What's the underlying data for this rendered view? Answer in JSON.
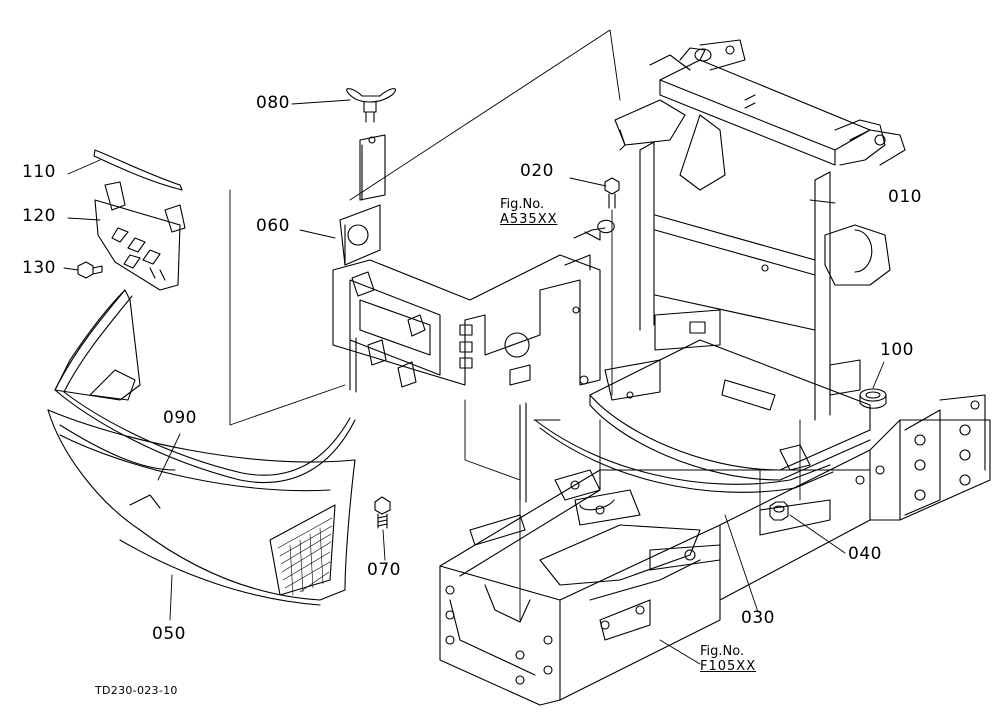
{
  "diagram": {
    "drawing_code": "TD230-023-10",
    "parts": [
      {
        "id": "p010",
        "label": "010"
      },
      {
        "id": "p020",
        "label": "020"
      },
      {
        "id": "p030",
        "label": "030"
      },
      {
        "id": "p040",
        "label": "040"
      },
      {
        "id": "p050",
        "label": "050"
      },
      {
        "id": "p060",
        "label": "060"
      },
      {
        "id": "p070",
        "label": "070"
      },
      {
        "id": "p080",
        "label": "080"
      },
      {
        "id": "p090",
        "label": "090"
      },
      {
        "id": "p100",
        "label": "100"
      },
      {
        "id": "p110",
        "label": "110"
      },
      {
        "id": "p120",
        "label": "120"
      },
      {
        "id": "p130",
        "label": "130"
      }
    ],
    "figure_refs": [
      {
        "id": "ref-a535",
        "prefix": "Fig.No.",
        "code": "A535XX"
      },
      {
        "id": "ref-f105",
        "prefix": "Fig.No.",
        "code": "F105XX"
      }
    ]
  }
}
